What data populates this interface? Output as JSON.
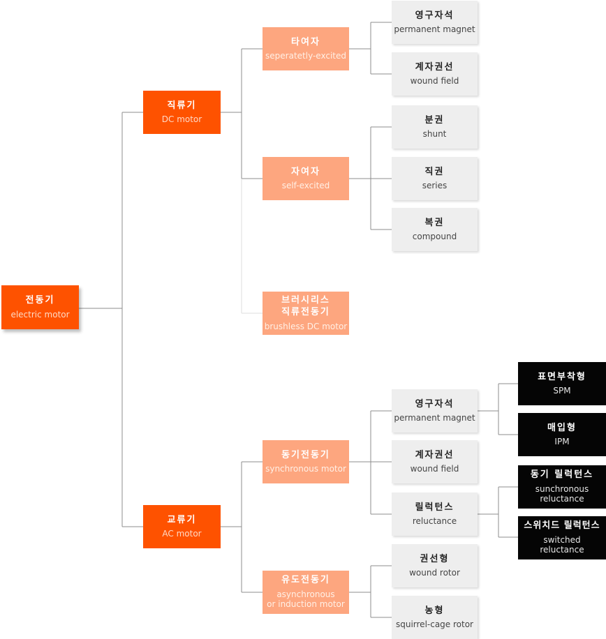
{
  "root": {
    "ko": "전동기",
    "en": "electric motor"
  },
  "dc": {
    "ko": "직류기",
    "en": "DC motor",
    "separately": {
      "ko": "타여자",
      "en": "seperatetly-excited",
      "pm": {
        "ko": "영구자석",
        "en": "permanent magnet"
      },
      "wound": {
        "ko": "계자권선",
        "en": "wound field"
      }
    },
    "self": {
      "ko": "자여자",
      "en": "self-excited",
      "shunt": {
        "ko": "분권",
        "en": "shunt"
      },
      "series": {
        "ko": "직권",
        "en": "series"
      },
      "compound": {
        "ko": "복권",
        "en": "compound"
      }
    },
    "brushless": {
      "ko1": "브러시리스",
      "ko2": "직류전동기",
      "en": "brushless DC motor"
    }
  },
  "ac": {
    "ko": "교류기",
    "en": "AC motor",
    "synchronous": {
      "ko": "동기전동기",
      "en": "synchronous motor",
      "pm": {
        "ko": "영구자석",
        "en": "permanent magnet",
        "spm": {
          "ko": "표면부착형",
          "en": "SPM"
        },
        "ipm": {
          "ko": "매입형",
          "en": "IPM"
        }
      },
      "wound": {
        "ko": "계자권선",
        "en": "wound field"
      },
      "reluctance": {
        "ko": "릴럭턴스",
        "en": "reluctance",
        "sync": {
          "ko": "동기 릴럭턴스",
          "en1": "sunchronous",
          "en2": "reluctance"
        },
        "switched": {
          "ko": "스위치드 릴럭턴스",
          "en1": "switched",
          "en2": "reluctance"
        }
      }
    },
    "induction": {
      "ko": "유도전동기",
      "en1": "asynchronous",
      "en2": "or induction motor",
      "wound_rotor": {
        "ko": "권선형",
        "en": "wound rotor"
      },
      "squirrel": {
        "ko": "농형",
        "en": "squirrel-cage rotor"
      }
    }
  },
  "colors": {
    "root": "#fe5200",
    "level1": "#fe5200",
    "level2": "#fda67f",
    "level3": "#eeeeee",
    "level4": "#050505",
    "connector": "#8c8c8c"
  }
}
